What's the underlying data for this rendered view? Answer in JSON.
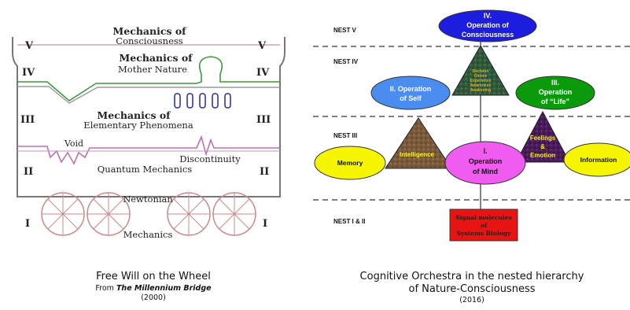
{
  "left": {
    "levels": {
      "v": "V",
      "iv": "IV",
      "iii": "III",
      "ii": "II",
      "i": "I"
    },
    "mechanics_consciousness": [
      "Mechanics of",
      "Consciousness"
    ],
    "mechanics_mother_nature": [
      "Mechanics of",
      "Mother Nature"
    ],
    "mechanics_elementary": [
      "Mechanics of",
      "Elementary Phenomena"
    ],
    "void": "Void",
    "discontinuity": "Discontinuity",
    "quantum": "Quantum Mechanics",
    "newtonian": "Newtonian",
    "mechanics": "Mechanics",
    "caption": {
      "title": "Free Will on the Wheel",
      "source_prefix": "From ",
      "source_title": "The Millennium Bridge",
      "year": "(2000)"
    }
  },
  "right": {
    "nests": {
      "v": "NEST V",
      "iv": "NEST IV",
      "iii": "NEST III",
      "i_ii": "NEST I & II"
    },
    "op_consciousness": [
      "IV.",
      "Operation of",
      "Consciousness"
    ],
    "op_self": [
      "II. Operation",
      "of Self"
    ],
    "op_life": [
      "III.",
      "Operation",
      "of “Life”"
    ],
    "op_mind": [
      "I.",
      "Operation",
      "of Mind"
    ],
    "memory": "Memory",
    "information": "Information",
    "intelligence": "Intelligence",
    "feelings": [
      "Feelings",
      "&",
      "Emotion"
    ],
    "decision": [
      "Decision",
      "Choice",
      "Experience",
      "Awareness",
      "Awakening"
    ],
    "signal": [
      "Signal molecules",
      "of",
      "Systems Biology"
    ],
    "caption": {
      "line1": "Cognitive Orchestra in the nested hierarchy",
      "line2": "of Nature-Consciousness",
      "year": "(2016)"
    },
    "colors": {
      "blue": "#1d1de0",
      "green": "#0b9a0b",
      "magenta": "#f05cf0",
      "yellow": "#f6f600",
      "red": "#e81414",
      "brown_triangle": "#7a5a3a",
      "purple_triangle": "#4a1a5a",
      "green_triangle": "#2f5a3a"
    }
  }
}
